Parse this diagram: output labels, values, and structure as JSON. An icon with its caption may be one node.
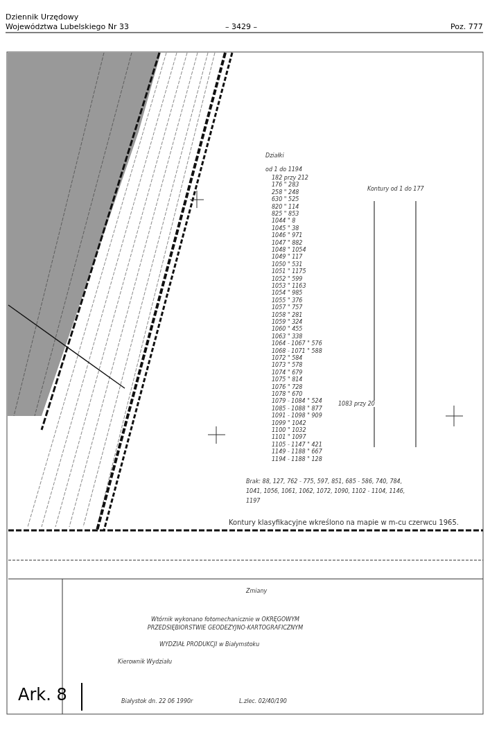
{
  "diagram": {
    "labels": [
      "Dziennik Urzędowy",
      "Województwa Lubelskiego Nr 33",
      "– 3429 –",
      "Poz. 777",
      "Działki",
      "od 1 do 1194",
      "182 przy 212",
      "176 \" 283",
      "258 \" 248",
      "630 \" 525",
      "820 \" 114",
      "825 \" 853",
      "1044 \" 8",
      "1045 \" 38",
      "1046 \" 971",
      "1047 \" 882",
      "1048 \" 1054",
      "1049 \" 117",
      "1050 \" 531",
      "1051 \" 1175",
      "1052 \" 599",
      "1053 \" 1163",
      "1054 \" 985",
      "1055 \" 376",
      "1057 \" 757",
      "1058 \" 281",
      "1059 \" 324",
      "1060 \" 455",
      "1063 \" 338",
      "1064 - 1067 \" 576",
      "1068 - 1071 \" 588",
      "1072 \" 584",
      "1073 \" 578",
      "1074 \" 679",
      "1075 \" 814",
      "1076 \" 728",
      "1078 \" 670",
      "1079 - 1084 \" 524",
      "1085 - 1088 \" 877",
      "1091 - 1098 \" 909",
      "1099 \" 1042",
      "1100 \" 1032",
      "1101 \" 1097",
      "1105 - 1147 \" 421",
      "1149 - 1188 \" 667",
      "1194 - 1188 \" 128",
      "1083 przy 20",
      "Kontury od 1 do 177",
      "Brak: 88, 127, 762 - 775, 597, 851, 685 - 586, 740, 784, 1041, 1056, 1061, 1062, 1072, 1090, 1102 - 1104, 1146, 1197",
      "Kontury klasyfikacyjne wkreślono na mapie w m-cu czerwcu 1965.",
      "Zmiany",
      "Wtórnik wykonano fotomechanicznie w OKRĘGOWYM PRZEDSIĘBIORSTWIE GEODEZYJNO-KARTOGRAFICZNYM",
      "WYDZIAŁ PRODUKCJI w Białymstoku",
      "Kierownik Wydziału",
      "Białystok dn. 22 06 1990r",
      "L.zlec. 02/40/190",
      "Ark. 8"
    ]
  }
}
